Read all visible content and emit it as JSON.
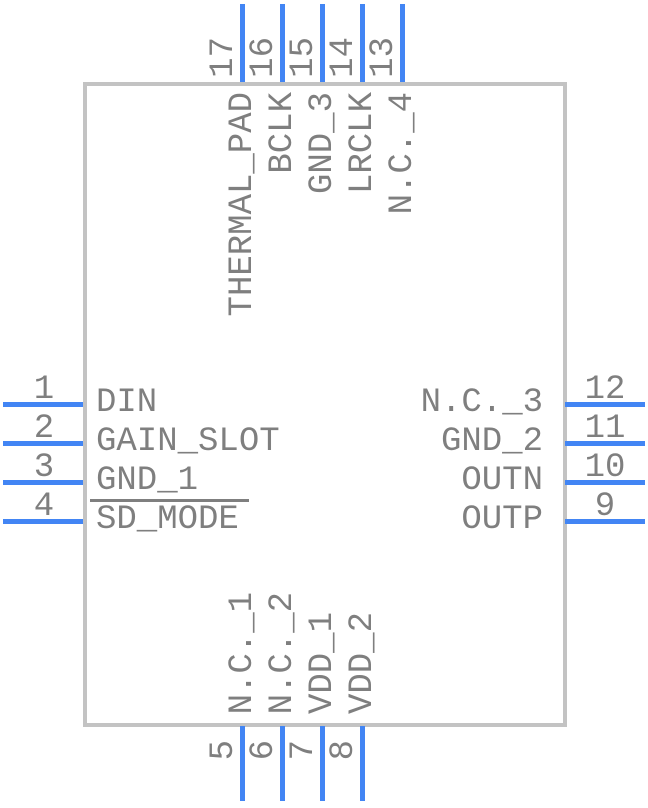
{
  "component": {
    "type": "schematic-symbol-pinout",
    "colors": {
      "pin": "#4285f4",
      "text": "#7f7f7f",
      "body_border": "#c3c3c3",
      "background": "#ffffff"
    },
    "pins": {
      "left": [
        {
          "number": "1",
          "label": "DIN"
        },
        {
          "number": "2",
          "label": "GAIN_SLOT"
        },
        {
          "number": "3",
          "label": "GND_1"
        },
        {
          "number": "4",
          "label": "SD_MODE",
          "overline": true
        }
      ],
      "right": [
        {
          "number": "12",
          "label": "N.C._3"
        },
        {
          "number": "11",
          "label": "GND_2"
        },
        {
          "number": "10",
          "label": "OUTN"
        },
        {
          "number": "9",
          "label": "OUTP"
        }
      ],
      "top": [
        {
          "number": "17",
          "label": "THERMAL_PAD"
        },
        {
          "number": "16",
          "label": "BCLK"
        },
        {
          "number": "15",
          "label": "GND_3"
        },
        {
          "number": "14",
          "label": "LRCLK"
        },
        {
          "number": "13",
          "label": "N.C._4"
        }
      ],
      "bottom": [
        {
          "number": "5",
          "label": "N.C._1"
        },
        {
          "number": "6",
          "label": "N.C._2"
        },
        {
          "number": "7",
          "label": "VDD_1"
        },
        {
          "number": "8",
          "label": "VDD_2"
        }
      ]
    }
  }
}
